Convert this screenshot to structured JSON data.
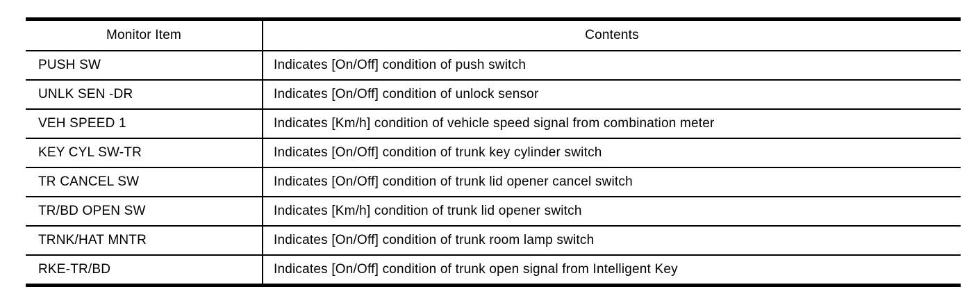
{
  "colors": {
    "border": "#000000",
    "text": "#000000",
    "background": "#ffffff"
  },
  "table": {
    "headers": {
      "monitor_item": "Monitor Item",
      "contents": "Contents"
    },
    "rows": [
      {
        "item": "PUSH SW",
        "contents": "Indicates [On/Off] condition of push switch"
      },
      {
        "item": "UNLK SEN -DR",
        "contents": "Indicates [On/Off] condition of unlock sensor"
      },
      {
        "item": "VEH SPEED 1",
        "contents": "Indicates [Km/h] condition of vehicle speed signal from combination meter"
      },
      {
        "item": "KEY CYL SW-TR",
        "contents": "Indicates [On/Off] condition of trunk key cylinder switch"
      },
      {
        "item": "TR CANCEL SW",
        "contents": "Indicates [On/Off] condition of trunk lid opener cancel switch"
      },
      {
        "item": "TR/BD OPEN SW",
        "contents": "Indicates [Km/h] condition of trunk lid opener switch"
      },
      {
        "item": "TRNK/HAT MNTR",
        "contents": "Indicates [On/Off] condition of trunk room lamp switch"
      },
      {
        "item": "RKE-TR/BD",
        "contents": "Indicates [On/Off] condition of trunk open signal from Intelligent Key"
      }
    ]
  }
}
